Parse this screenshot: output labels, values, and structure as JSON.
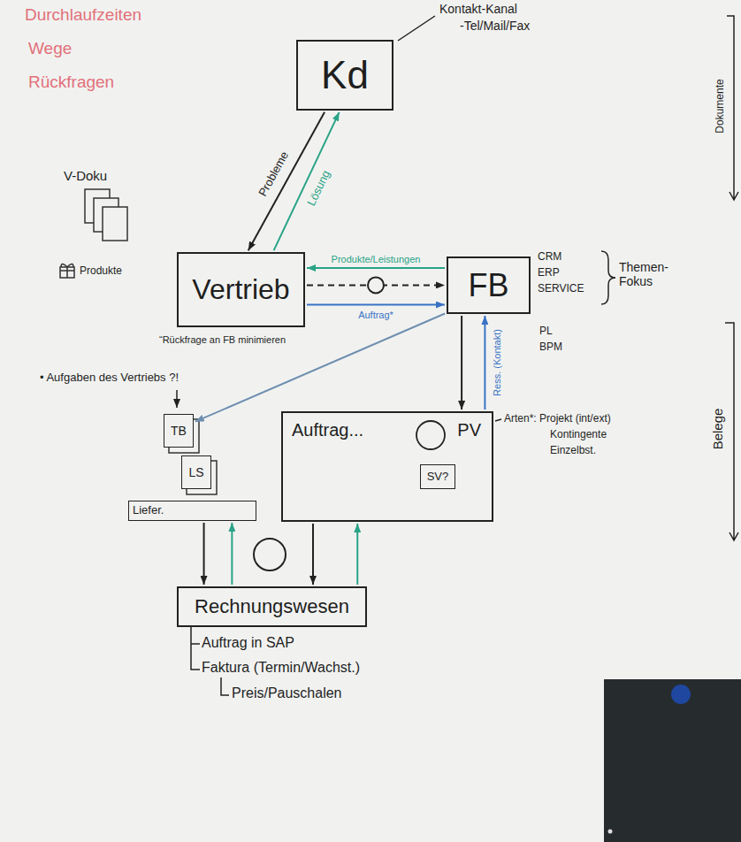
{
  "diagram": {
    "nodes": [
      {
        "text": [
          "Kd"
        ]
      },
      {
        "text": [
          "Vertrieb"
        ]
      },
      {
        "text": [
          "FB"
        ]
      },
      {
        "text": [
          "TB"
        ]
      },
      {
        "text": [
          "LS"
        ]
      },
      {
        "text": [
          "Liefer."
        ]
      },
      {
        "text": [
          "Auftrag...",
          "PV"
        ]
      },
      {
        "text": [
          "SV?"
        ],
        "in": 6
      },
      {
        "text": [
          "Rechnungswesen"
        ]
      }
    ],
    "edges": [
      {
        "from": 0,
        "to": 1,
        "label": "Probleme",
        "arrow": "to"
      },
      {
        "from": 1,
        "to": 0,
        "label": "Lösung",
        "arrow": "to"
      },
      {
        "from": 2,
        "to": 1,
        "label": "Produkte/Leistungen",
        "arrow": "to"
      },
      {
        "from": 1,
        "to": 2,
        "arrow": "to"
      },
      {
        "from": 1,
        "to": 2,
        "label": "Auftrag*",
        "arrow": "to"
      },
      {
        "from": 2,
        "to": 6,
        "arrow": "to"
      },
      {
        "from": 6,
        "to": 2,
        "label": "Ress. (Kontakt)",
        "arrow": "to"
      },
      {
        "from": 2,
        "to": 3,
        "arrow": "to"
      },
      {
        "from": 5,
        "to": 8,
        "arrow": "to"
      },
      {
        "from": 8,
        "to": 5,
        "arrow": "to"
      },
      {
        "from": 6,
        "to": 8,
        "arrow": "to"
      },
      {
        "from": 8,
        "to": 6,
        "arrow": "to"
      }
    ],
    "labels": [
      "Durchlaufzeiten",
      "Wege",
      "Rückfragen",
      "Kontakt-Kanal",
      "-Tel/Mail/Fax",
      "Dokumente",
      "V-Doku",
      "Produkte",
      "CRM",
      "ERP",
      "SERVICE",
      "Themen-Fokus",
      "“Rückfrage an FB minimieren",
      "PL",
      "BPM",
      "• Aufgaben des Vertriebs ?!",
      "Belege",
      "Arten*: Projekt (int/ext)",
      "Kontingente",
      "Einzelbst.",
      "Auftrag in SAP",
      "Faktura (Termin/Wachst.)",
      "Preis/Pauschalen"
    ]
  }
}
